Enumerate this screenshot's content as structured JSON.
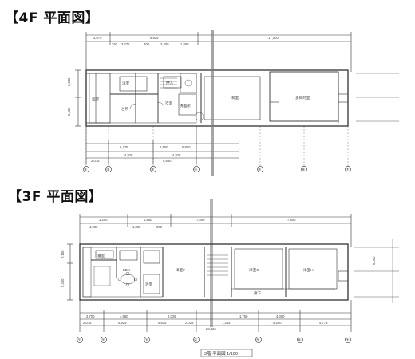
{
  "headings": {
    "floor4": "【4F 平面図】",
    "floor3": "【3F 平面図】"
  },
  "floor4": {
    "dims_top": [
      "3,075",
      "9,925",
      "17,000"
    ],
    "dims_top_sub": [
      "250",
      "3,275",
      "400",
      "2,400",
      "1,800"
    ],
    "dims_bottom": [
      "6,475",
      "2,850",
      "5,800"
    ],
    "dims_bottom2": [
      "2,015",
      "4,925",
      "9,850",
      "4,925"
    ],
    "dims_left": [
      "2,840",
      "5,400"
    ],
    "axes": [
      "①",
      "②",
      "③",
      "④",
      "⑤",
      "⑥",
      "⑦"
    ],
    "rooms": [
      "洋室",
      "台所",
      "浴室",
      "洗面所",
      "押入",
      "和室",
      "和室",
      "多目的室"
    ]
  },
  "floor3": {
    "dims_top": [
      "3,200",
      "4,850",
      "7,600",
      "7,800"
    ],
    "dims_top_sub": [
      "4,000",
      "1,800",
      "900"
    ],
    "dims_bottom": [
      "2,700",
      "4,950",
      "2,025",
      "1,750",
      "4,300"
    ],
    "dims_bottom2": [
      "2,015",
      "4,925",
      "4,825",
      "2,025",
      "7,315",
      "4,300",
      "4,775"
    ],
    "dims_total": "28,825",
    "dims_left": [
      "2,160",
      "5,400",
      "6,000"
    ],
    "axes": [
      "①",
      "②",
      "③",
      "④",
      "⑤",
      "⑥",
      "⑦"
    ],
    "rooms": [
      "LDK",
      "寝室",
      "浴室",
      "洋室F",
      "洋室G",
      "洋室H",
      "廊下"
    ],
    "footer": "3階 平面図 1/100"
  }
}
